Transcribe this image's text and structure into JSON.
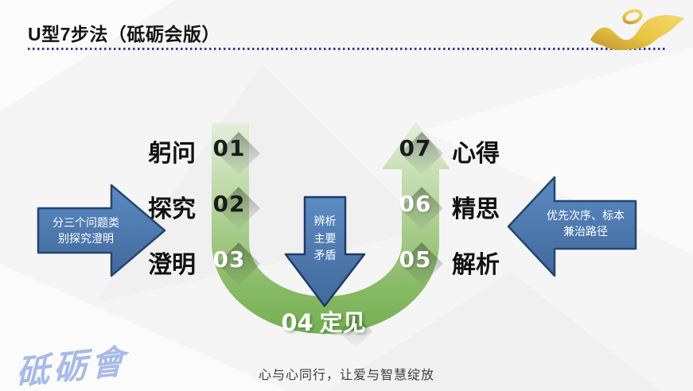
{
  "header": {
    "title": "U型7步法（砥砺会版）"
  },
  "diagram": {
    "left_steps": [
      {
        "num": "01",
        "label": "躬问"
      },
      {
        "num": "02",
        "label": "探究"
      },
      {
        "num": "03",
        "label": "澄明"
      }
    ],
    "right_steps": [
      {
        "num": "07",
        "label": "心得"
      },
      {
        "num": "06",
        "label": "精思"
      },
      {
        "num": "05",
        "label": "解析"
      }
    ],
    "bottom_step": {
      "num": "04",
      "label": "定见"
    },
    "callouts": {
      "left": {
        "line1": "分三个问题类",
        "line2": "别探究澄明"
      },
      "center": {
        "line1": "辨析",
        "line2": "主要",
        "line3": "矛盾"
      },
      "right": {
        "line1": "优先次序、标本",
        "line2": "兼治路径"
      }
    }
  },
  "footer": {
    "slogan": "心与心同行，让爱与智慧绽放",
    "brand": "砥砺會"
  },
  "colors": {
    "u_gradient_top": "#e6f0dd",
    "u_gradient_bottom": "#73af4f",
    "arrow_blue": "#4d80ba",
    "arrow_border": "#24466b",
    "accent_navy": "#2b3a92",
    "gold": "#d9a91e",
    "brand_blue": "#a7bae8",
    "background": "#f5f5f6"
  }
}
